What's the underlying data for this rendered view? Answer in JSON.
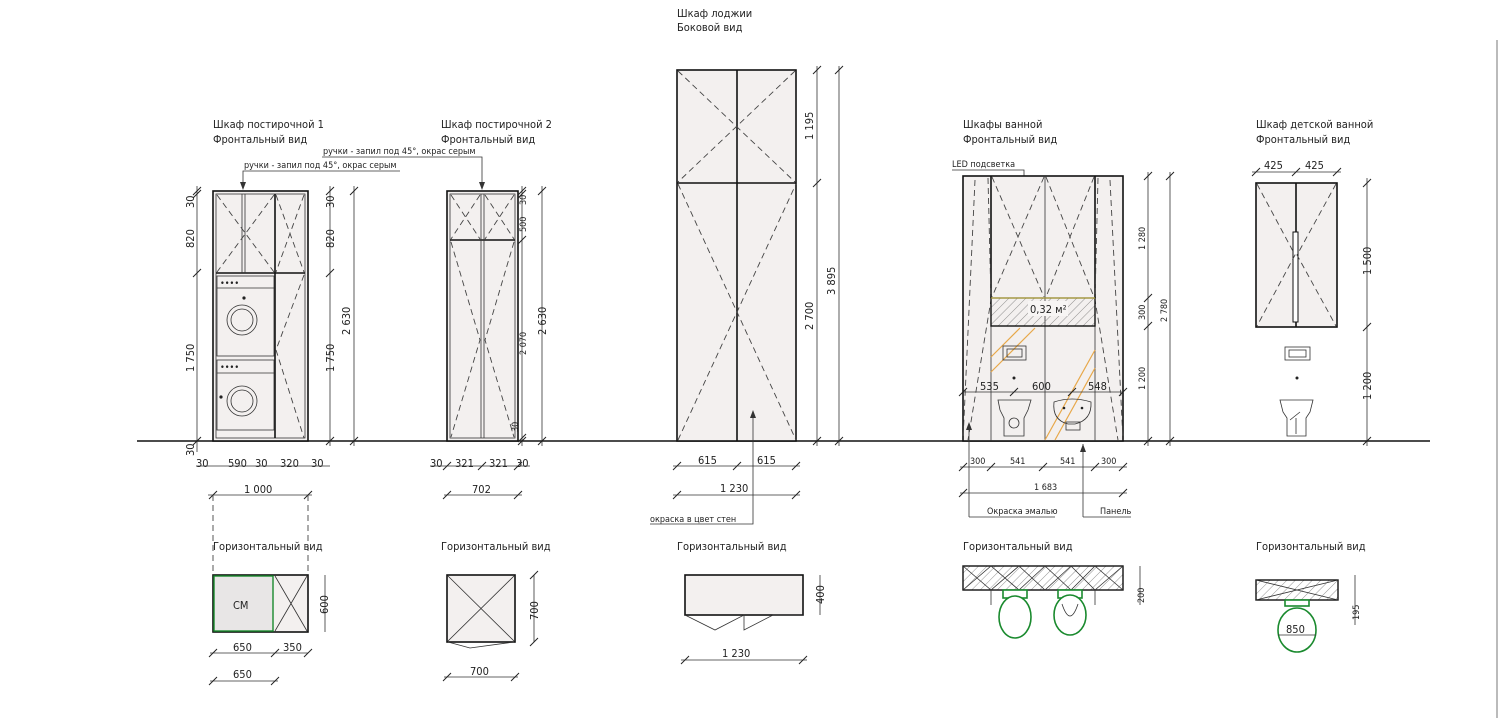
{
  "cabinet1": {
    "title": "Шкаф постирочной 1",
    "view": "Фронтальный вид",
    "note": "ручки - запил под 45°, окрас серым",
    "left_dims": [
      "30",
      "820",
      "1 750",
      "30"
    ],
    "right_dims": [
      "30",
      "820",
      "1 750"
    ],
    "total_height": "2 630",
    "bottom_dims": [
      "30",
      "590",
      "30",
      "320",
      "30"
    ],
    "total_width": "1 000",
    "plan_title": "Горизонтальный вид",
    "plan_label": "СМ",
    "plan_dims": [
      "650",
      "350"
    ],
    "plan_total": "650",
    "plan_depth": "600"
  },
  "cabinet2": {
    "title": "Шкаф постирочной 2",
    "view": "Фронтальный вид",
    "note": "ручки - запил под 45°, окрас серым",
    "right_dims": [
      "500",
      "30",
      "2 070",
      "30"
    ],
    "total_height": "2 630",
    "bottom_dims": [
      "30",
      "321",
      "321",
      "30"
    ],
    "total_width": "702",
    "plan_title": "Горизонтальный вид",
    "plan_width": "700",
    "plan_depth": "700"
  },
  "loggia": {
    "title": "Шкаф лоджии",
    "view": "Боковой вид",
    "right_dims": [
      "1 195",
      "2 700"
    ],
    "total_height": "3 895",
    "bottom_dims": [
      "615",
      "615"
    ],
    "total_width": "1 230",
    "note": "окраска в цвет стен",
    "plan_title": "Горизонтальный вид",
    "plan_width": "1 230",
    "plan_depth": "400"
  },
  "bath": {
    "title": "Шкафы ванной",
    "view": "Фронтальный вид",
    "led_note": "LED подсветка",
    "area_label": "0,32 м²",
    "inner_dims": [
      "535",
      "600",
      "548"
    ],
    "right_dims": [
      "1 280",
      "300",
      "1 200"
    ],
    "total_height": "2 780",
    "bottom_dims": [
      "300",
      "541",
      "541",
      "300"
    ],
    "total_width": "1 683",
    "note_left": "Окраска эмалью",
    "note_right": "Панель",
    "plan_title": "Горизонтальный вид",
    "plan_depth": "200"
  },
  "kids_bath": {
    "title": "Шкаф детской ванной",
    "view": "Фронтальный вид",
    "top_dims": [
      "425",
      "425"
    ],
    "right_dims": [
      "1 500",
      "1 200"
    ],
    "plan_title": "Горизонтальный вид",
    "plan_width": "850",
    "plan_depth": "195"
  },
  "colors": {
    "line": "#111111",
    "panel": "#f3f0ef",
    "fixture": "#1a8a2e",
    "hatch": "#e7a84a"
  }
}
